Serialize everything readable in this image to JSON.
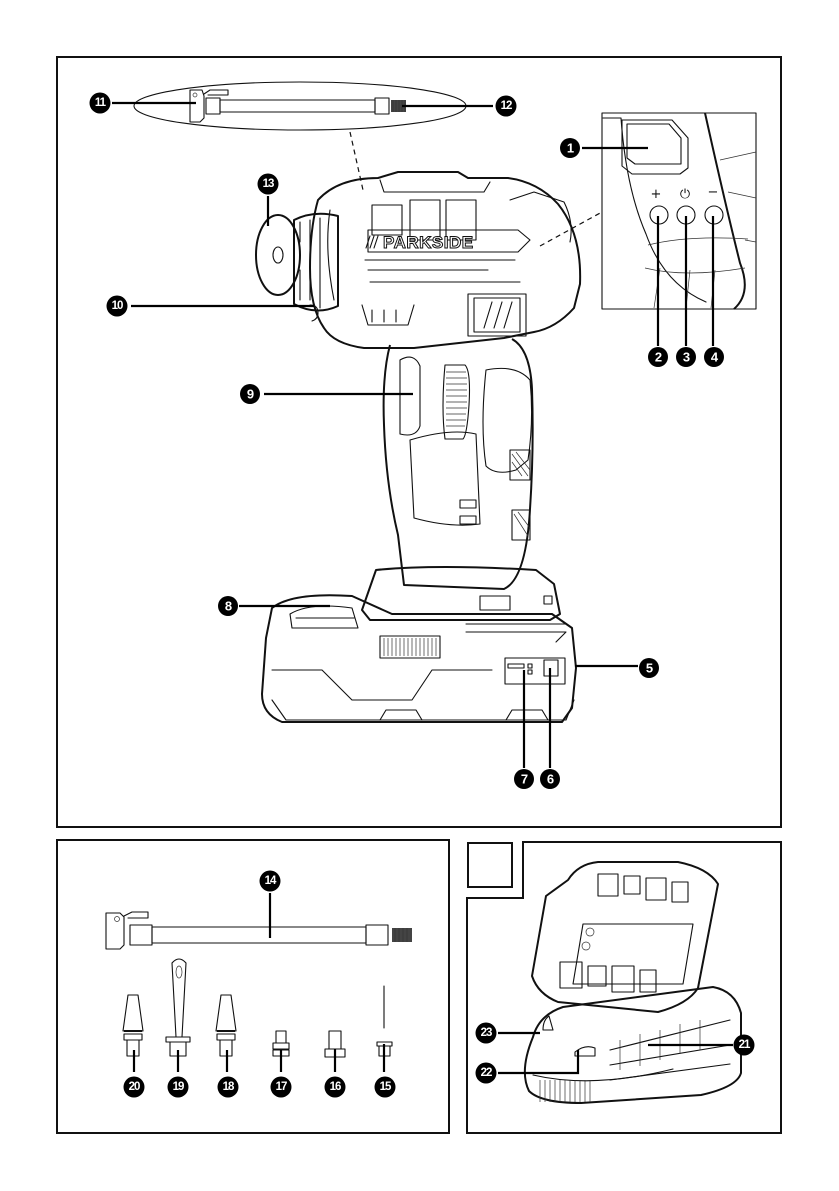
{
  "figure": {
    "brand_label": "PARKSIDE",
    "button_symbols": {
      "plus": "+",
      "power": "⏻",
      "minus": "−"
    },
    "callouts": [
      {
        "id": "c1",
        "number": "1",
        "part": "display"
      },
      {
        "id": "c2",
        "number": "2",
        "part": "plus-button"
      },
      {
        "id": "c3",
        "number": "3",
        "part": "power-button"
      },
      {
        "id": "c4",
        "number": "4",
        "part": "minus-button"
      },
      {
        "id": "c5",
        "number": "5",
        "part": "battery-pack"
      },
      {
        "id": "c6",
        "number": "6",
        "part": "charge-level-button"
      },
      {
        "id": "c7",
        "number": "7",
        "part": "charge-level-indicator"
      },
      {
        "id": "c8",
        "number": "8",
        "part": "battery-release-button"
      },
      {
        "id": "c9",
        "number": "9",
        "part": "trigger"
      },
      {
        "id": "c10",
        "number": "10",
        "part": "light"
      },
      {
        "id": "c11",
        "number": "11",
        "part": "valve-connector"
      },
      {
        "id": "c12",
        "number": "12",
        "part": "hose-thread"
      },
      {
        "id": "c13",
        "number": "13",
        "part": "hose-connection"
      },
      {
        "id": "c14",
        "number": "14",
        "part": "compressed-air-hose"
      },
      {
        "id": "c15",
        "number": "15",
        "part": "ball-needle"
      },
      {
        "id": "c16",
        "number": "16",
        "part": "adapter-1"
      },
      {
        "id": "c17",
        "number": "17",
        "part": "adapter-2"
      },
      {
        "id": "c18",
        "number": "18",
        "part": "universal-nozzle-1"
      },
      {
        "id": "c19",
        "number": "19",
        "part": "universal-nozzle-long"
      },
      {
        "id": "c20",
        "number": "20",
        "part": "universal-nozzle-2"
      },
      {
        "id": "c21",
        "number": "21",
        "part": "charger"
      },
      {
        "id": "c22",
        "number": "22",
        "part": "red-control-lamp"
      },
      {
        "id": "c23",
        "number": "23",
        "part": "green-control-lamp"
      }
    ],
    "panel_label_box": ""
  }
}
